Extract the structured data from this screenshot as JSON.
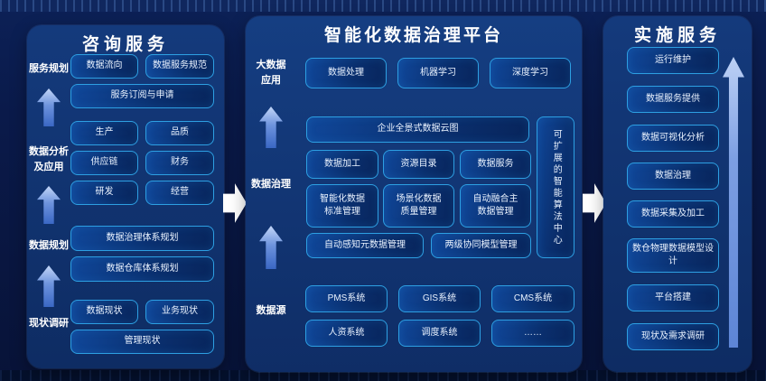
{
  "colors": {
    "background": "#0a1a4a",
    "panel": "#11306c",
    "box_border": "#2d9fe2",
    "box_fill": "#0b3579",
    "up_arrow_top": "#c3d6f8",
    "up_arrow_bottom": "#3a67c4",
    "connector_arrow": "#ffffff",
    "title_text": "#ffffff"
  },
  "consulting": {
    "title": "咨询服务",
    "side": [
      "服务规划",
      "数据分析\n及应用",
      "数据规划",
      "现状调研"
    ],
    "pair1": [
      "数据流向",
      "数据服务规范"
    ],
    "wide1": "服务订阅与申请",
    "domains": [
      "生产",
      "品质",
      "供应链",
      "财务",
      "研发",
      "经营"
    ],
    "wide2": "数据治理体系规划",
    "wide3": "数据仓库体系规划",
    "pair2": [
      "数据现状",
      "业务现状"
    ],
    "wide4": "管理现状"
  },
  "platform": {
    "title": "智能化数据治理平台",
    "side": [
      "大数据\n应用",
      "数据治理",
      "数据源"
    ],
    "app_row": [
      "数据处理",
      "机器学习",
      "深度学习"
    ],
    "cloud": "企业全景式数据云图",
    "gov_row1": [
      "数据加工",
      "资源目录",
      "数据服务"
    ],
    "gov_row2": [
      "智能化数据\n标准管理",
      "场景化数据\n质量管理",
      "自动融合主\n数据管理"
    ],
    "gov_row3": [
      "自动感知元数据管理",
      "两级协同模型管理"
    ],
    "algo": "可扩展的智能算法中心",
    "sources": [
      "PMS系统",
      "GIS系统",
      "CMS系统",
      "人资系统",
      "调度系统",
      "……"
    ]
  },
  "implementation": {
    "title": "实施服务",
    "items": [
      "运行维护",
      "数据服务提供",
      "数据可视化分析",
      "数据治理",
      "数据采集及加工",
      "数仓物理数据模型设计",
      "平台搭建",
      "现状及需求调研"
    ]
  }
}
